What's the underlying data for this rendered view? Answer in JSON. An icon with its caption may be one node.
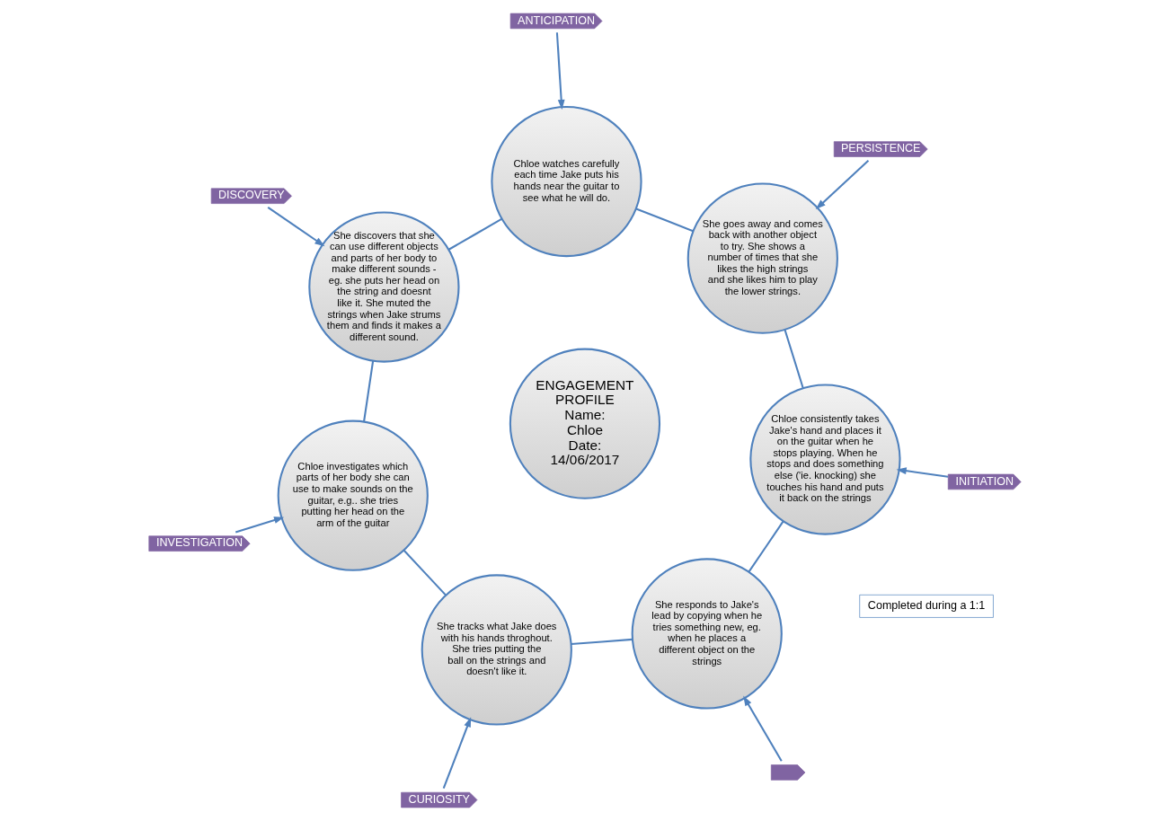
{
  "diagram": {
    "nodes": [
      {
        "text": [
          "ENGAGEMENT PROFILE",
          "Name:",
          "Chloe",
          "Date:",
          "14/06/2017"
        ]
      },
      {
        "text": [
          "She responds to Jake's lead by copying when he tries something new, eg. when he places a different object on the strings"
        ]
      },
      {
        "text": [
          "She tracks what Jake does with his hands throghout. She tries putting the ball on the strings and doesn't like it."
        ]
      },
      {
        "text": [
          "Chloe investigates which parts of her body she can use to make sounds on the guitar, e.g.. she tries putting her head on the arm of the guitar"
        ]
      },
      {
        "text": [
          "She discovers that she can use different objects and parts of her body to make different sounds - eg. she puts her head on the string and doesnt like it. She muted the strings when Jake strums them and finds it makes a different sound."
        ]
      },
      {
        "text": [
          "Chloe watches carefully each time Jake puts his hands near the guitar to see what he will do."
        ]
      },
      {
        "text": [
          "She goes away and comes back with another object to try. She shows a number of times that she likes the high strings and she likes him to play the lower strings."
        ]
      },
      {
        "text": [
          "Chloe consistently takes Jake's hand and places it on the guitar when he stops playing. When he stops and does something else ('ie. knocking) she touches his hand and puts it back on the strings"
        ]
      },
      {
        "text": [],
        "shape": "pentagon"
      },
      {
        "text": [
          "CURIOSITY"
        ]
      },
      {
        "text": [
          "INVESTIGATION"
        ]
      },
      {
        "text": [
          "DISCOVERY"
        ]
      },
      {
        "text": [
          "ANTICIPATION"
        ]
      },
      {
        "text": [
          "PERSISTENCE"
        ]
      },
      {
        "text": [
          "INITIATION"
        ]
      },
      {
        "text": [
          "Completed during a 1:1"
        ]
      }
    ],
    "edges": [
      {
        "from": 1,
        "to": 2,
        "arrow": "none"
      },
      {
        "from": 2,
        "to": 3,
        "arrow": "none"
      },
      {
        "from": 3,
        "to": 4,
        "arrow": "none"
      },
      {
        "from": 4,
        "to": 5,
        "arrow": "none"
      },
      {
        "from": 5,
        "to": 6,
        "arrow": "none"
      },
      {
        "from": 6,
        "to": 7,
        "arrow": "none"
      },
      {
        "from": 7,
        "to": 1,
        "arrow": "none"
      },
      {
        "from": 8,
        "to": 1,
        "arrow": "to"
      },
      {
        "from": 9,
        "to": 2,
        "arrow": "to"
      },
      {
        "from": 10,
        "to": 3,
        "arrow": "to"
      },
      {
        "from": 11,
        "to": 4,
        "arrow": "to"
      },
      {
        "from": 12,
        "to": 5,
        "arrow": "to"
      },
      {
        "from": 13,
        "to": 6,
        "arrow": "to"
      },
      {
        "from": 14,
        "to": 7,
        "arrow": "to"
      }
    ]
  }
}
